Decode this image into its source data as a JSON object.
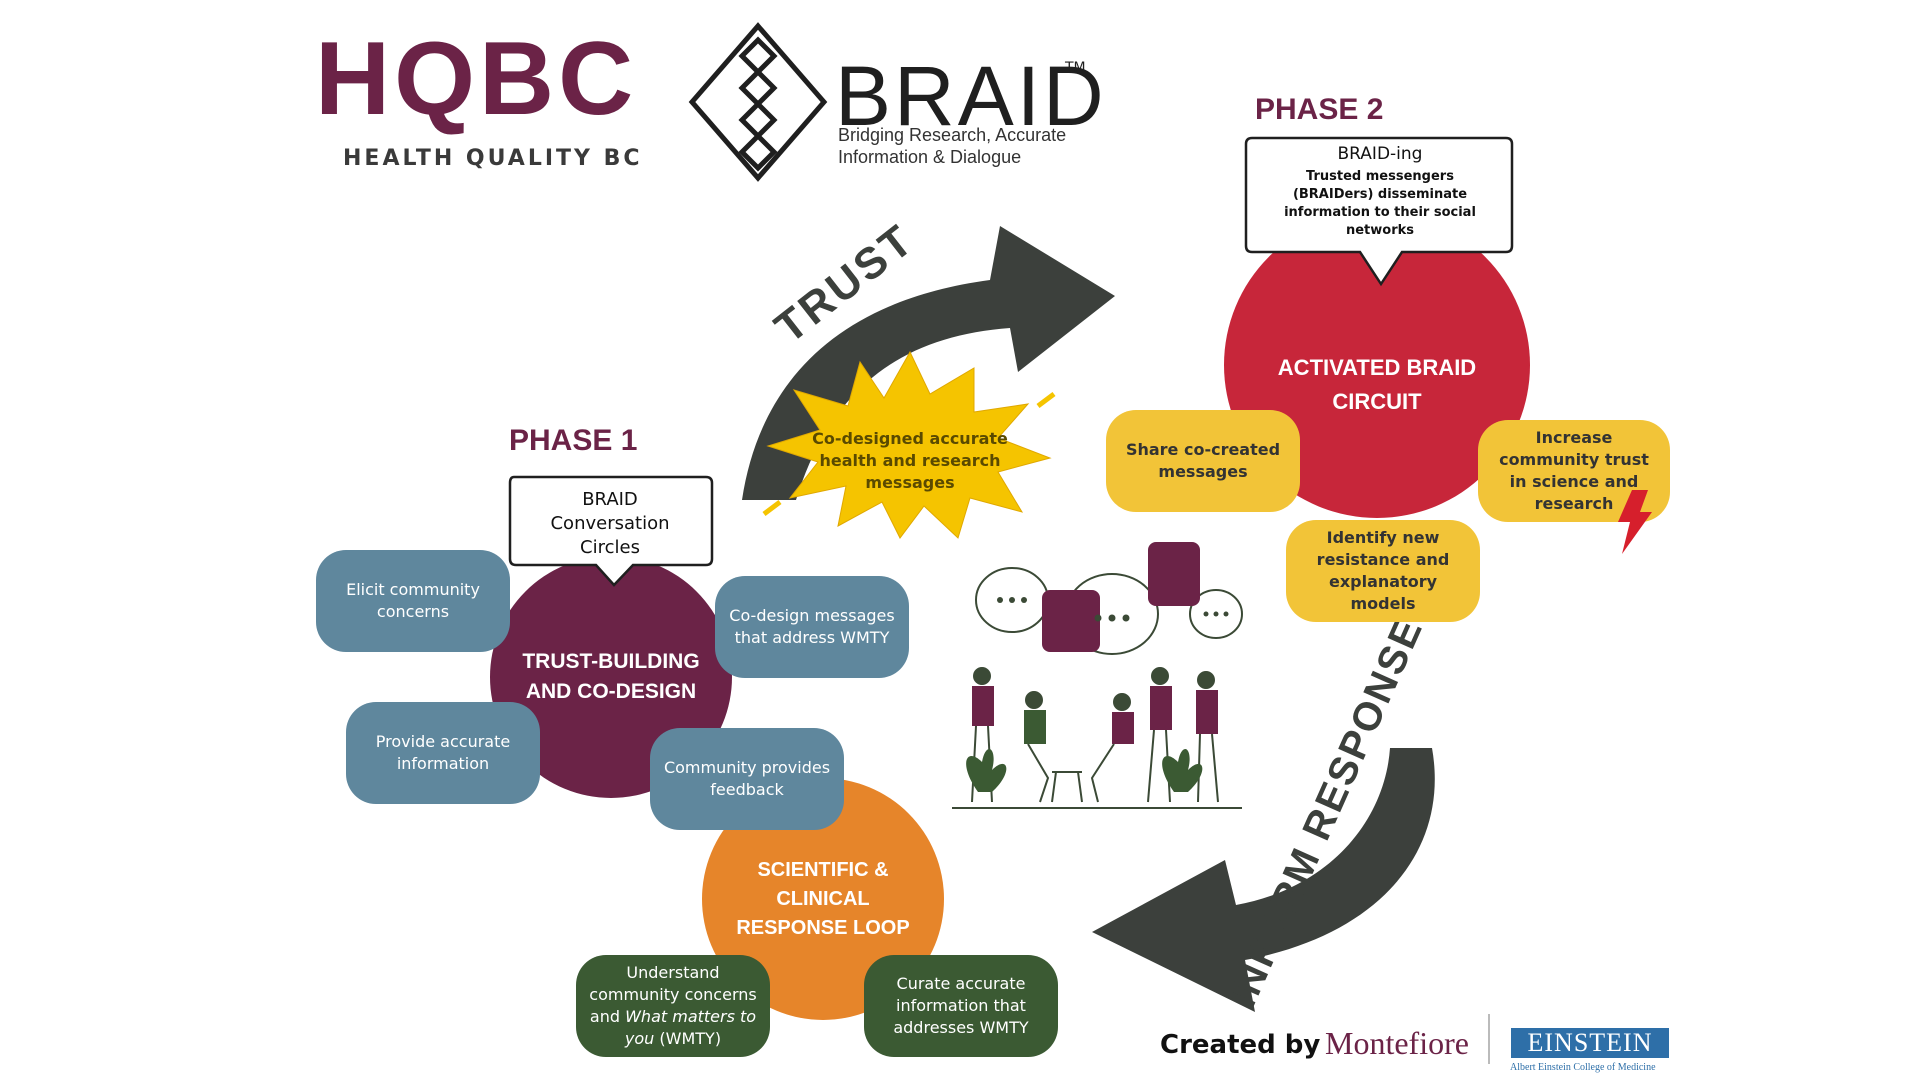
{
  "logos": {
    "hqbc": {
      "text": "HQBC",
      "subtitle": "HEALTH QUALITY BC"
    },
    "braid": {
      "text": "BRAID",
      "tm": "TM",
      "tagline": "Bridging Research, Accurate Information & Dialogue"
    }
  },
  "phase1": {
    "label": "PHASE 1",
    "bubble": "BRAID Conversation Circles",
    "circle": "TRUST-BUILDING AND CO-DESIGN",
    "pills": {
      "elicit": "Elicit community concerns",
      "provide": "Provide accurate information",
      "codesign": "Co-design messages that address WMTY",
      "feedback": "Community provides feedback"
    }
  },
  "loop": {
    "circle": "SCIENTIFIC & CLINICAL RESPONSE LOOP",
    "understand_pre": "Understand community concerns and ",
    "understand_em": "What matters to you",
    "understand_post": " (WMTY)",
    "curate": "Curate accurate information that addresses WMTY"
  },
  "arrows": {
    "trust": "TRUST",
    "inform": "INFORM RESPONSE"
  },
  "burst": "Co-designed accurate health and research messages",
  "phase2": {
    "label": "PHASE 2",
    "bubble_title": "BRAID-ing",
    "bubble_body": "Trusted messengers (BRAIDers) disseminate information to their social networks",
    "circle": "ACTIVATED BRAID CIRCUIT",
    "pills": {
      "share": "Share co-created messages",
      "increase": "Increase community trust in science and research",
      "identify": "Identify new resistance and explanatory models"
    }
  },
  "credit": {
    "label": "Created by",
    "montefiore": "Montefiore",
    "einstein": "EINSTEIN",
    "einstein_sub": "Albert Einstein College of Medicine"
  },
  "colors": {
    "plum": "#6b2347",
    "red": "#c7263a",
    "orange": "#e6852a",
    "blue": "#5f879d",
    "yellow": "#f2c438",
    "green": "#3b5a33",
    "arrow": "#3c403c"
  }
}
